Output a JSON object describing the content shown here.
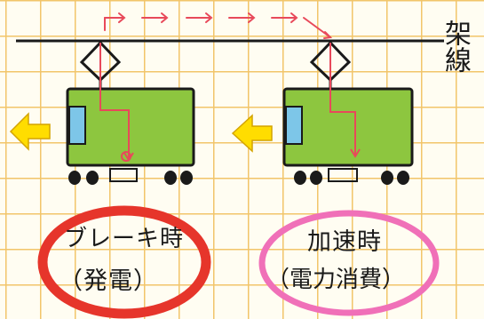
{
  "overhead_line": {
    "label": "架線"
  },
  "left_train": {
    "title": "ブレーキ時",
    "subtitle": "（発電）",
    "circle_color": "#e6352b"
  },
  "right_train": {
    "title": "加速時",
    "subtitle": "（電力消費）",
    "circle_color": "#f070b8"
  },
  "colors": {
    "train_body": "#8dc63f",
    "arrow": "#ffdd00",
    "current_flow": "#e8495a"
  }
}
